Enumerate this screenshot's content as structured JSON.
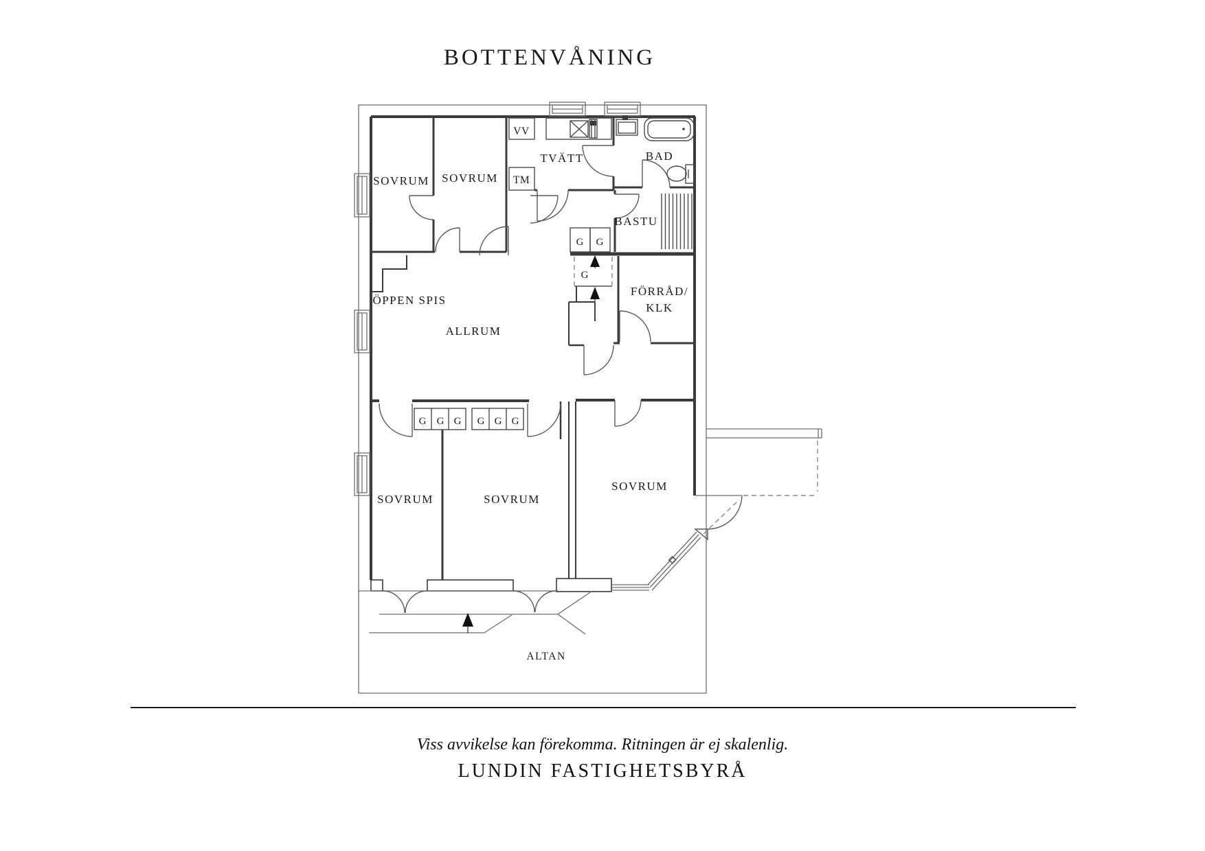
{
  "title": "BOTTENVÅNING",
  "floorplan": {
    "rooms": {
      "sovrum_top_left": "SOVRUM",
      "sovrum_top_mid": "SOVRUM",
      "tvatt": "TVÄTT",
      "bad": "BAD",
      "bastu": "BASTU",
      "oppen_spis": "ÖPPEN SPIS",
      "allrum": "ALLRUM",
      "forrad_line1": "FÖRRÅD/",
      "forrad_line2": "KLK",
      "sovrum_bottom_left": "SOVRUM",
      "sovrum_bottom_mid": "SOVRUM",
      "sovrum_bottom_right": "SOVRUM",
      "altan": "ALTAN"
    },
    "closets": {
      "vv": "VV",
      "tm": "TM",
      "hall_pair": [
        "G",
        "G"
      ],
      "hatch": "G",
      "wardrobe_row": [
        "G",
        "G",
        "G",
        "G",
        "G",
        "G"
      ]
    }
  },
  "footer": {
    "disclaimer": "Viss avvikelse kan förekomma. Ritningen är ej skalenlig.",
    "brand": "LUNDIN FASTIGHETSBYRÅ"
  },
  "colors": {
    "line": "#3a3a3a",
    "text": "#1a1a1a",
    "background": "#ffffff"
  }
}
